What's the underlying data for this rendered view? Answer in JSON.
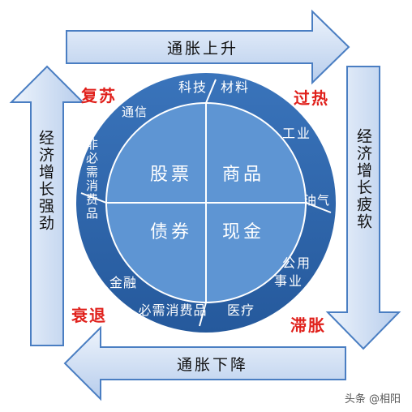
{
  "arrows": {
    "top": "通胀上升",
    "right": "经济增长疲软",
    "bottom": "通胀下降",
    "left": "经济增长强劲"
  },
  "phases": {
    "recovery": "复苏",
    "overheat": "过热",
    "recession": "衰退",
    "stagflation": "滞胀"
  },
  "quadrants": {
    "stocks": "股票",
    "commodities": "商品",
    "bonds": "债券",
    "cash": "现金"
  },
  "sectors": {
    "tech": "科技",
    "materials": "材料",
    "telecom": "通信",
    "industrial": "工业",
    "discretionary": "非必需消费品",
    "oil_gas": "油气",
    "utilities_1": "公用",
    "utilities_2": "事业",
    "finance": "金融",
    "staples": "必需消费品",
    "healthcare": "医疗"
  },
  "watermark": "头条 @相阳",
  "colors": {
    "arrow_fill_top": "#e8f0fb",
    "arrow_fill_bottom": "#b9cfee",
    "arrow_stroke": "#4a7ec2",
    "ring": "#2e64a8",
    "inner": "#5e95d3",
    "divider": "#ffffff",
    "phase_red": "#e0201b"
  }
}
